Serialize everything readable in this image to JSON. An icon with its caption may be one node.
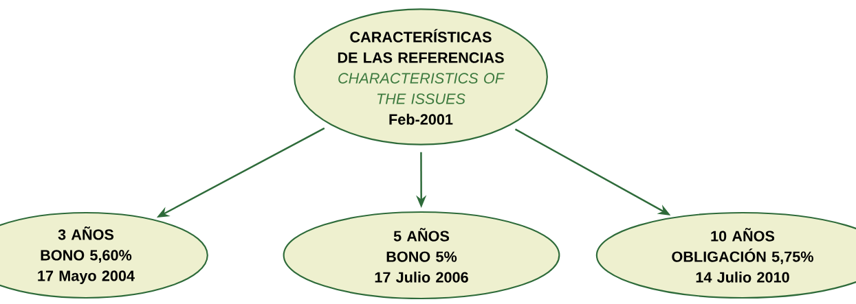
{
  "diagram": {
    "nodes": [
      {
        "text": [
          "CARACTERÍSTICAS DE LAS REFERENCIAS",
          "CHARACTERISTICS OF THE ISSUES",
          "Feb-2001"
        ]
      },
      {
        "text": [
          "3 AÑOS",
          "BONO 5,60%",
          "17 Mayo 2004"
        ]
      },
      {
        "text": [
          "5 AÑOS",
          "BONO 5%",
          "17 Julio 2006"
        ]
      },
      {
        "text": [
          "10 AÑOS",
          "OBLIGACIÓN 5,75%",
          "14 Julio 2010"
        ]
      }
    ],
    "edges": [
      {
        "from": 0,
        "to": 1,
        "arrow": "to"
      },
      {
        "from": 0,
        "to": 2,
        "arrow": "to"
      },
      {
        "from": 0,
        "to": 3,
        "arrow": "to"
      }
    ]
  }
}
